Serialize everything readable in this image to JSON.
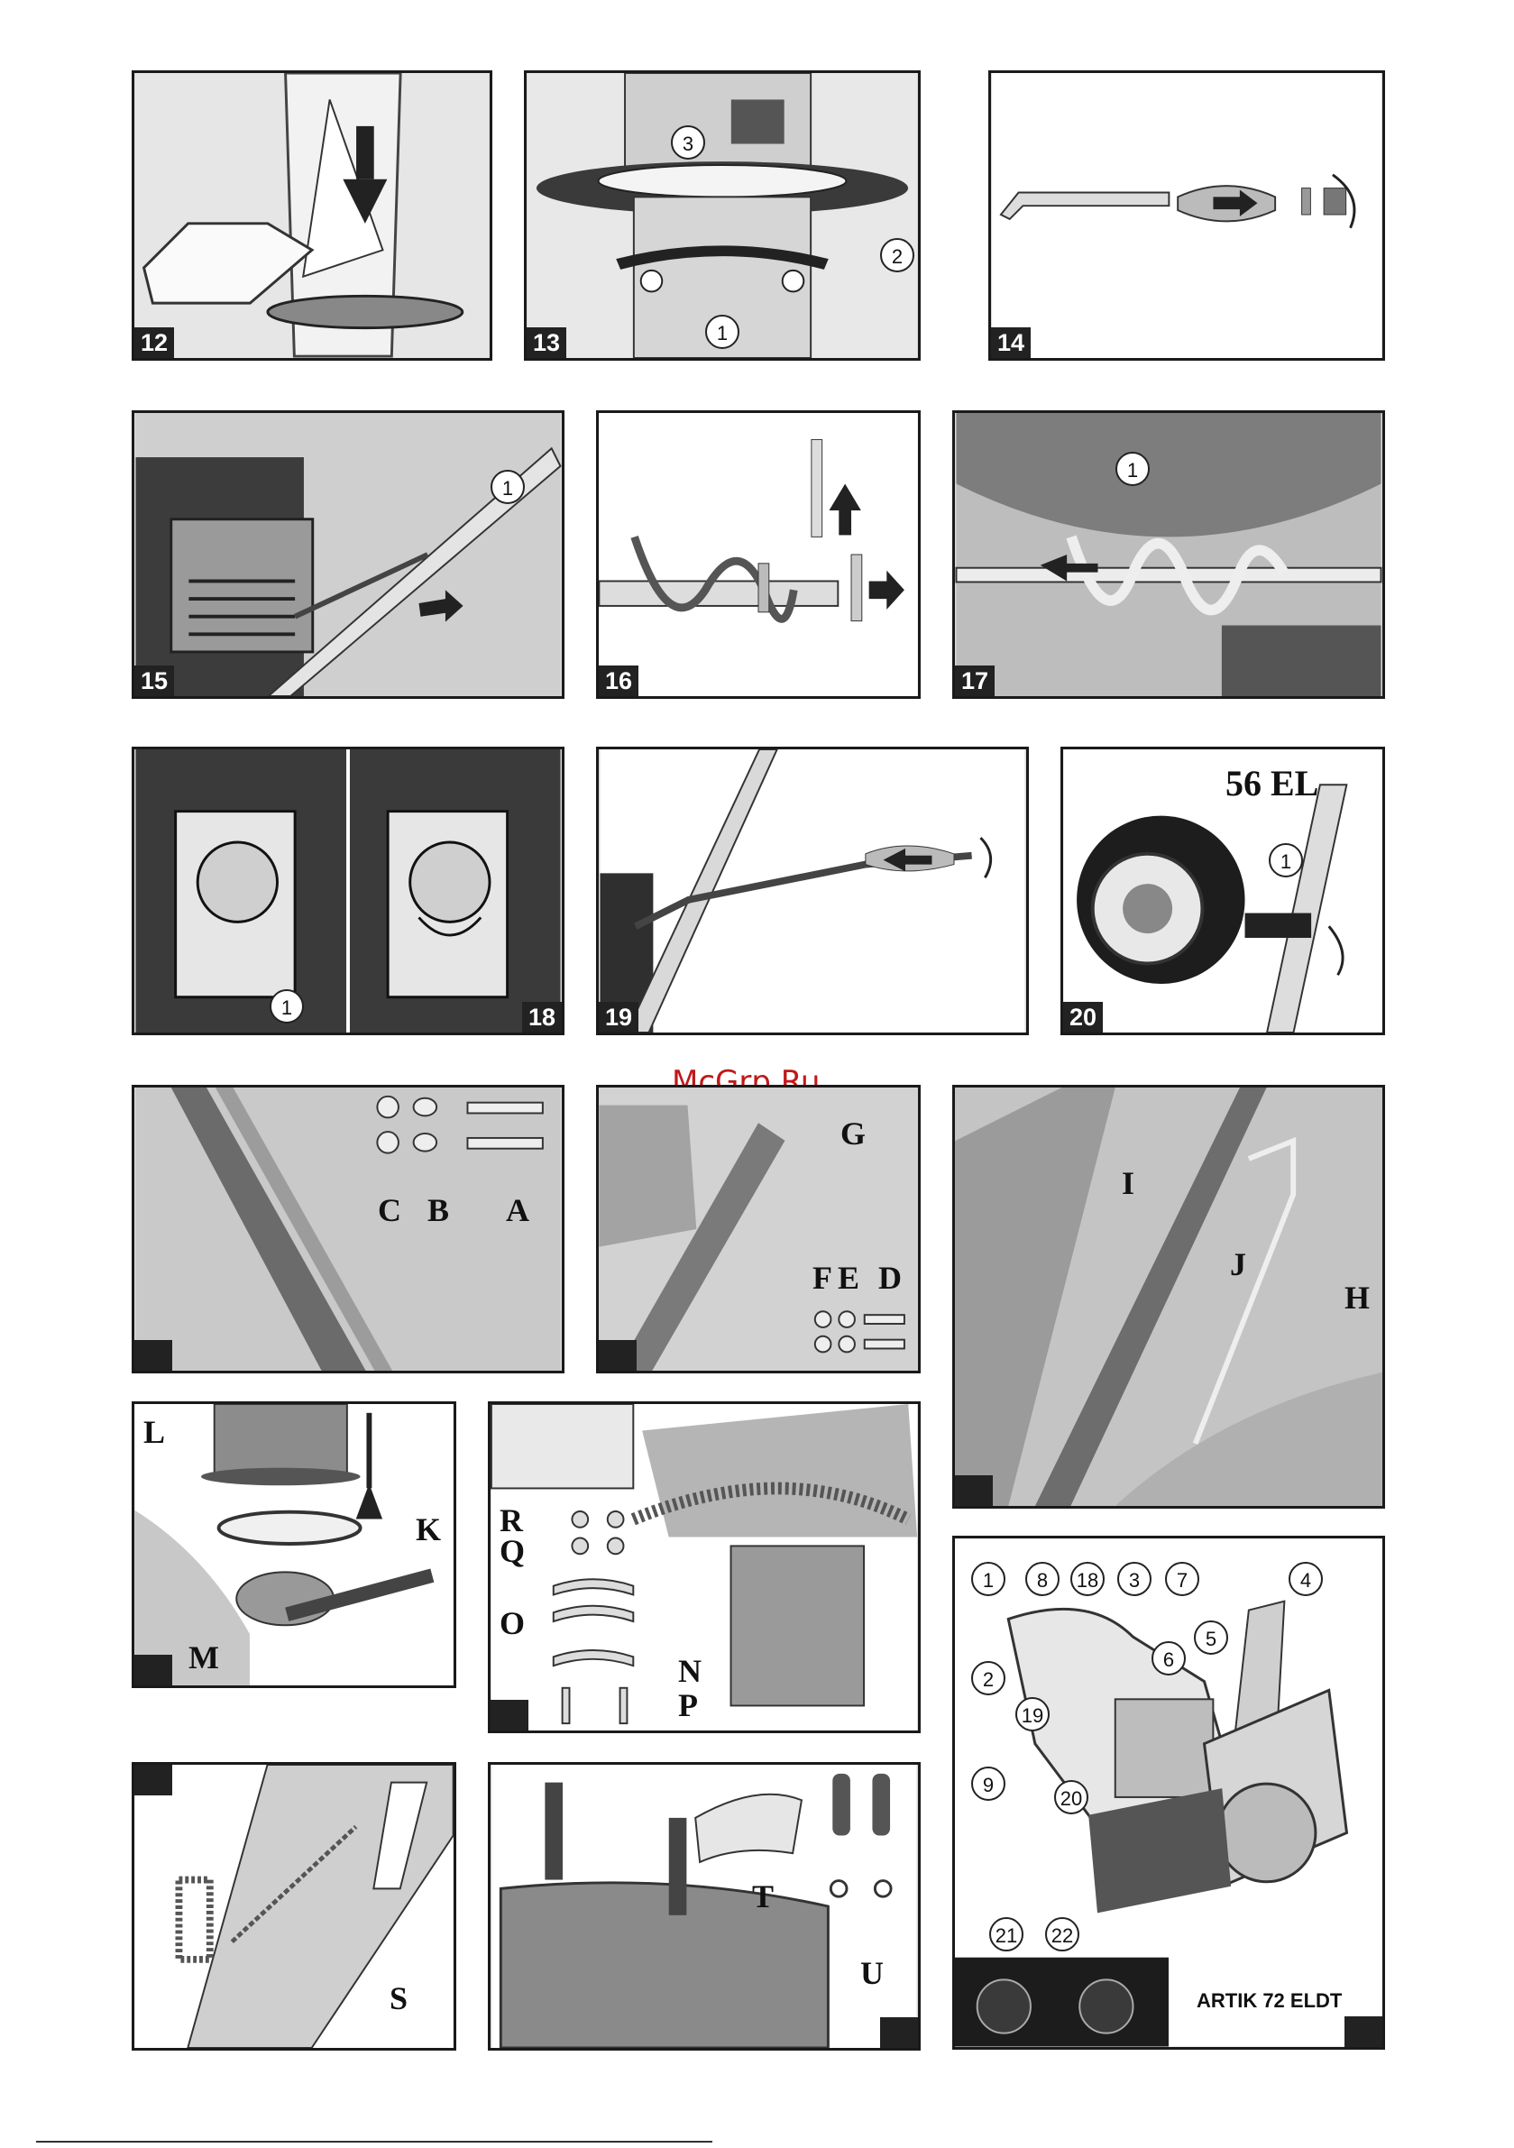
{
  "watermark": "McGrp.Ru",
  "panels": {
    "p12": {
      "number": "12"
    },
    "p13": {
      "number": "13",
      "callouts": [
        "3",
        "2",
        "1"
      ]
    },
    "p14": {
      "number": "14"
    },
    "p15": {
      "number": "15",
      "callouts": [
        "1"
      ]
    },
    "p16": {
      "number": "16"
    },
    "p17": {
      "number": "17",
      "callouts": [
        "1"
      ]
    },
    "p18": {
      "number": "18",
      "callouts": [
        "1"
      ]
    },
    "p19": {
      "number": "19"
    },
    "p20": {
      "number": "20",
      "model": "56 EL",
      "callouts": [
        "1"
      ]
    },
    "p21": {
      "letters": [
        "C",
        "B",
        "A"
      ]
    },
    "p22": {
      "letters": [
        "G",
        "F",
        "E",
        "D"
      ]
    },
    "p23": {
      "letters": [
        "I",
        "J",
        "H"
      ]
    },
    "p24": {
      "letters": [
        "L",
        "K",
        "M"
      ]
    },
    "p25": {
      "letters": [
        "R",
        "Q",
        "O",
        "N",
        "P"
      ]
    },
    "p26": {
      "letters": [
        "S"
      ]
    },
    "p27": {
      "letters": [
        "T",
        "U"
      ]
    },
    "p28": {
      "model": "ARTIK 72 ELDT",
      "callouts": [
        "1",
        "8",
        "18",
        "3",
        "7",
        "4",
        "2",
        "19",
        "6",
        "5",
        "9",
        "20",
        "21",
        "22"
      ]
    }
  },
  "colors": {
    "frame": "#1a1a1a",
    "fill": "#d9d9d9",
    "watermark": "#c01818"
  }
}
